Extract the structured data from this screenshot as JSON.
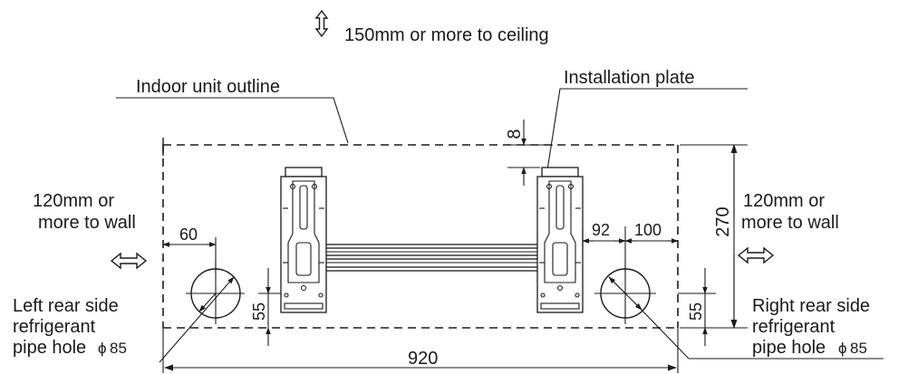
{
  "clearances": {
    "ceiling": "150mm or more to ceiling",
    "left_wall_line1": "120mm or",
    "left_wall_line2": "more to wall",
    "right_wall_line1": "120mm or",
    "right_wall_line2": "more to wall"
  },
  "labels": {
    "indoor_unit_outline": "Indoor unit outline",
    "installation_plate": "Installation plate",
    "left_hole_line1": "Left rear side",
    "left_hole_line2": "refrigerant",
    "left_hole_line3": "pipe hole",
    "right_hole_line1": "Right rear side",
    "right_hole_line2": "refrigerant",
    "right_hole_line3": "pipe hole",
    "phi_symbol": "ϕ"
  },
  "dimensions": {
    "top_offset": "8",
    "left_hole_from_edge": "60",
    "plate_to_hole": "92",
    "hole_to_edge": "100",
    "height": "270",
    "left_hole_from_bottom": "55",
    "right_hole_from_bottom": "55",
    "width": "920",
    "left_hole_diameter": "85",
    "right_hole_diameter": "85"
  },
  "icons": {
    "vertical_arrow": "up-down-arrow-icon",
    "horizontal_arrow": "left-right-arrow-icon"
  },
  "colors": {
    "line": "#1a1a1a",
    "background": "#ffffff"
  }
}
